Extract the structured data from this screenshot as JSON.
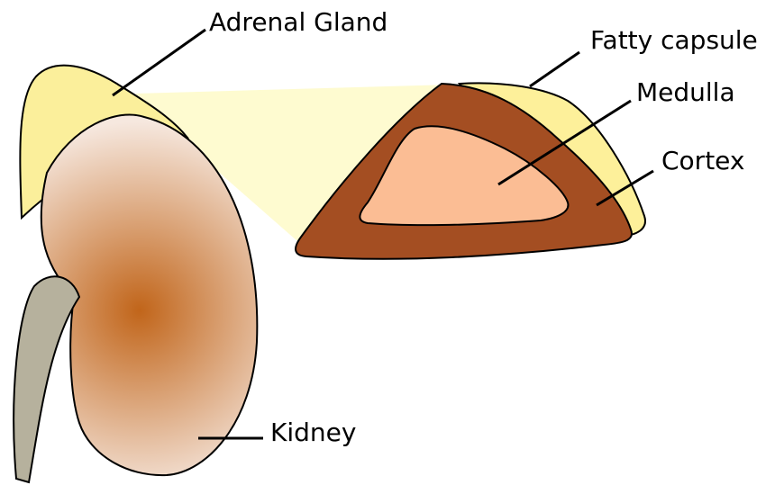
{
  "labels": {
    "adrenal_gland": "Adrenal Gland",
    "fatty_capsule": "Fatty capsule",
    "medulla": "Medulla",
    "cortex": "Cortex",
    "kidney": "Kidney"
  },
  "colors": {
    "adrenal_fill": "#fbef9b",
    "magnification_fill": "#fefbd0",
    "fatty_capsule_fill": "#fdf09a",
    "cortex_fill": "#a44e22",
    "medulla_fill": "#fbbd94",
    "kidney_center": "#c1651a",
    "kidney_edge": "#f6e8df",
    "ureter_fill": "#b6b19d",
    "outline": "#000000"
  }
}
